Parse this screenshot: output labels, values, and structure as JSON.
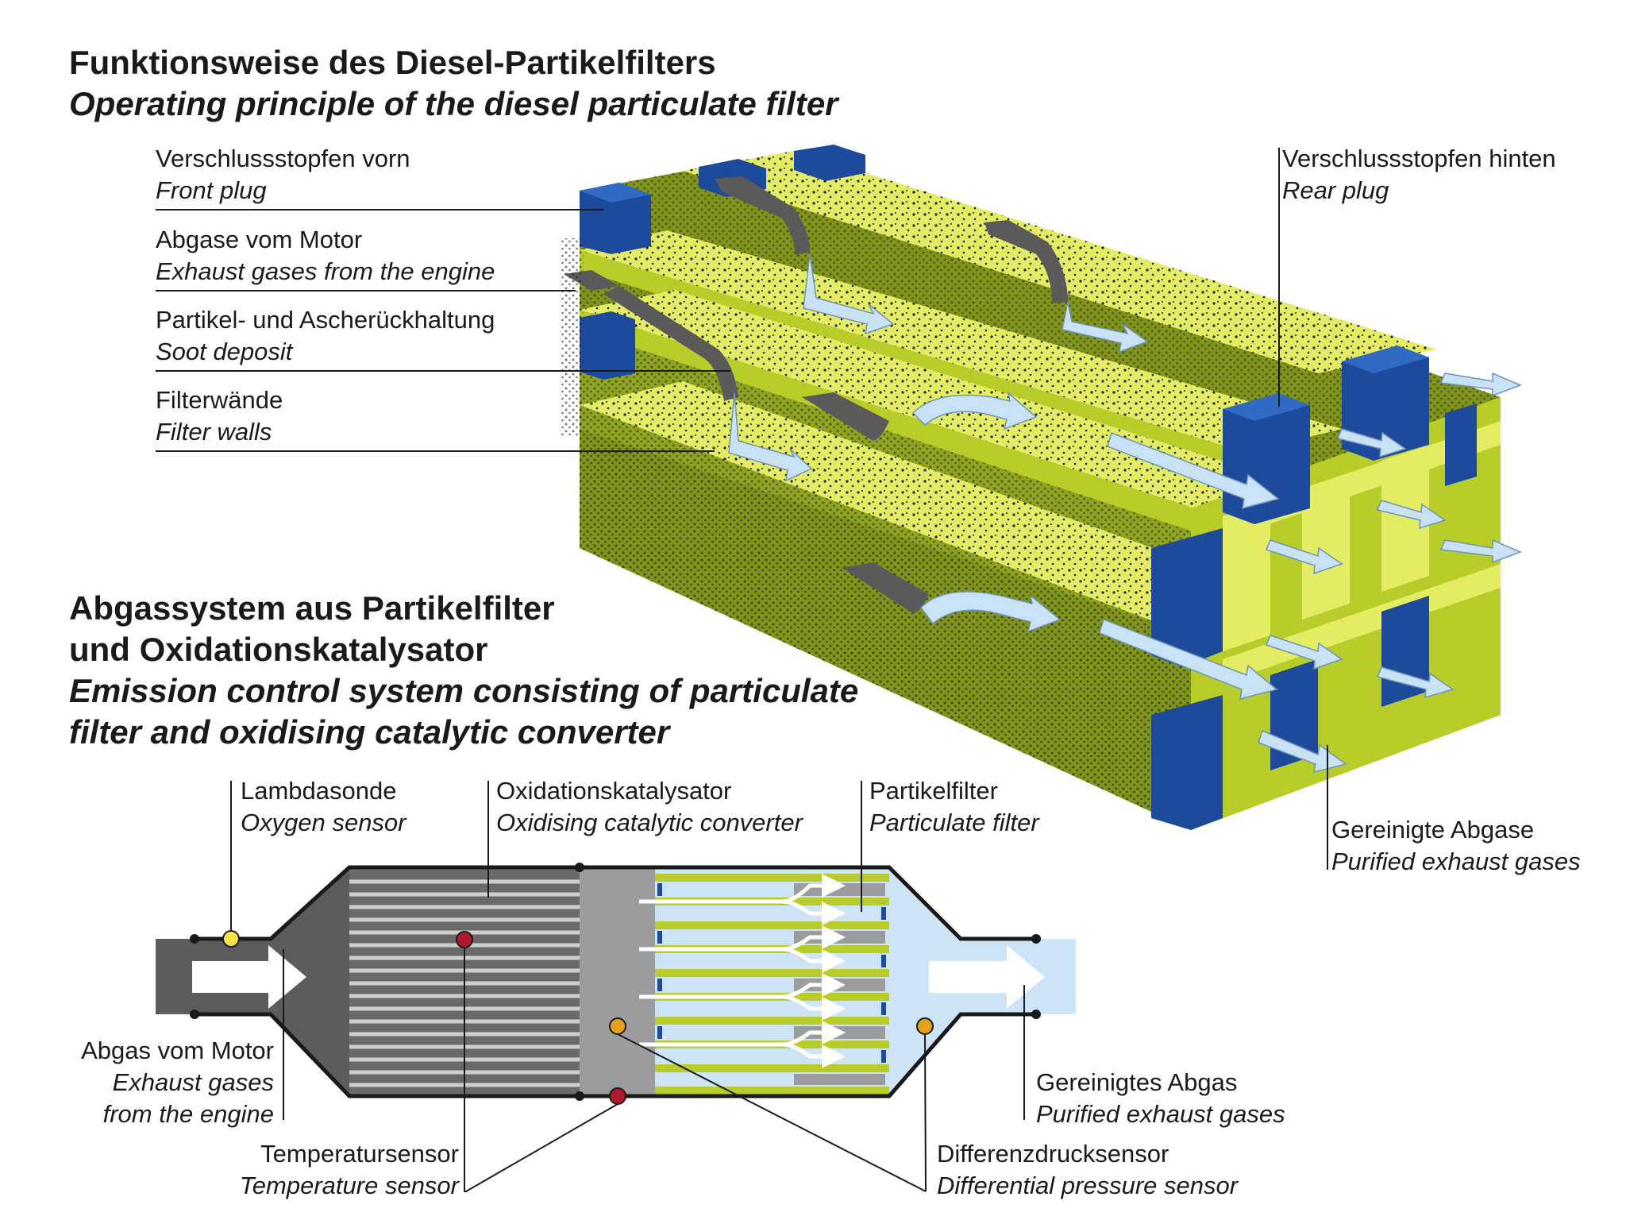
{
  "top_section": {
    "title_de": "Funktionsweise des Diesel-Partikelfilters",
    "title_en": "Operating principle of the diesel particulate filter",
    "labels": {
      "front_plug_de": "Verschlussstopfen vorn",
      "front_plug_en": "Front plug",
      "exhaust_in_de": "Abgase vom Motor",
      "exhaust_in_en": "Exhaust gases from the engine",
      "soot_de": "Partikel- und Ascherückhaltung",
      "soot_en": "Soot deposit",
      "walls_de": "Filterwände",
      "walls_en": "Filter walls",
      "rear_plug_de": "Verschlussstopfen hinten",
      "rear_plug_en": "Rear plug",
      "purified_de": "Gereinigte Abgase",
      "purified_en": "Purified exhaust gases"
    }
  },
  "bottom_section": {
    "title_de_1": "Abgassystem aus Partikelfilter",
    "title_de_2": "und Oxidationskatalysator",
    "title_en_1": "Emission control system consisting of particulate",
    "title_en_2": "filter and oxidising catalytic converter",
    "labels": {
      "lambda_de": "Lambdasonde",
      "lambda_en": "Oxygen sensor",
      "oxicat_de": "Oxidationskatalysator",
      "oxicat_en": "Oxidising catalytic converter",
      "dpf_de": "Partikelfilter",
      "dpf_en": "Particulate filter",
      "exhaust_in_de": "Abgas vom Motor",
      "exhaust_in_en_1": "Exhaust gases",
      "exhaust_in_en_2": "from the engine",
      "purified_de": "Gereinigtes Abgas",
      "purified_en": "Purified exhaust gases",
      "temp_de": "Temperatursensor",
      "temp_en": "Temperature sensor",
      "diffp_de": "Differenzdrucksensor",
      "diffp_en": "Differential pressure sensor"
    }
  },
  "colors": {
    "filter_light": "#e3ec62",
    "filter_mid": "#b8cc2a",
    "filter_dark": "#7f9418",
    "plug_blue": "#1d4a9a",
    "plug_blue_light": "#2f6ac4",
    "flow_arrow": "#c9e2f6",
    "soot": "#5a5a5a",
    "housing_dark": "#5c5c5c",
    "housing_grey": "#9a9c9d",
    "clean_blue": "#cde4f6",
    "sensor_yellow": "#f4e34a",
    "sensor_orange": "#e6a11c",
    "sensor_red": "#b0182b"
  }
}
